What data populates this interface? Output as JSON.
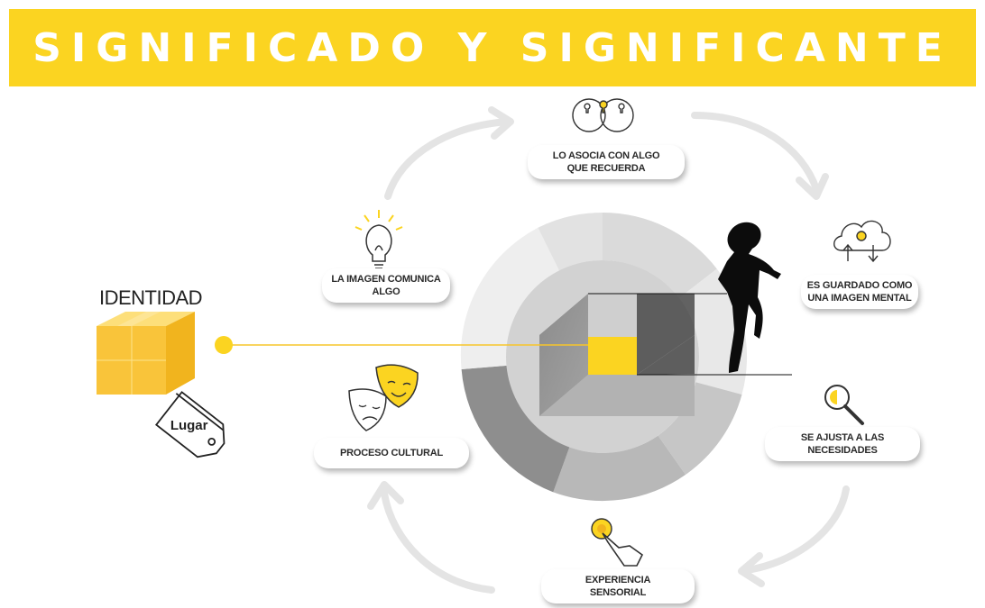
{
  "header": {
    "title": "SIGNIFICADO Y SIGNIFICANTE"
  },
  "steps": [
    {
      "lines": [
        "LO ASOCIA CON ALGO",
        "QUE RECUERDA"
      ],
      "icon": "venn-lightbulbs-icon"
    },
    {
      "lines": [
        "ES GUARDADO COMO",
        "UNA IMAGEN MENTAL"
      ],
      "icon": "cloud-lightbulb-icon"
    },
    {
      "lines": [
        "SE AJUSTA A LAS",
        "NECESIDADES"
      ],
      "icon": "magnifier-icon"
    },
    {
      "lines": [
        "EXPERIENCIA",
        "SENSORIAL"
      ],
      "icon": "touch-hand-icon"
    },
    {
      "lines": [
        "PROCESO CULTURAL"
      ],
      "icon": "theater-masks-icon"
    },
    {
      "lines": [
        "LA IMAGEN COMUNICA",
        "ALGO"
      ],
      "icon": "lightbulb-icon"
    }
  ],
  "identity": {
    "label": "IDENTIDAD",
    "tag_text": "Lugar"
  },
  "colors": {
    "accent": "#fbd421",
    "cube_yellow": "#f9c43a",
    "text": "#2a2a2a",
    "arrow_gray": "#e4e4e4"
  }
}
